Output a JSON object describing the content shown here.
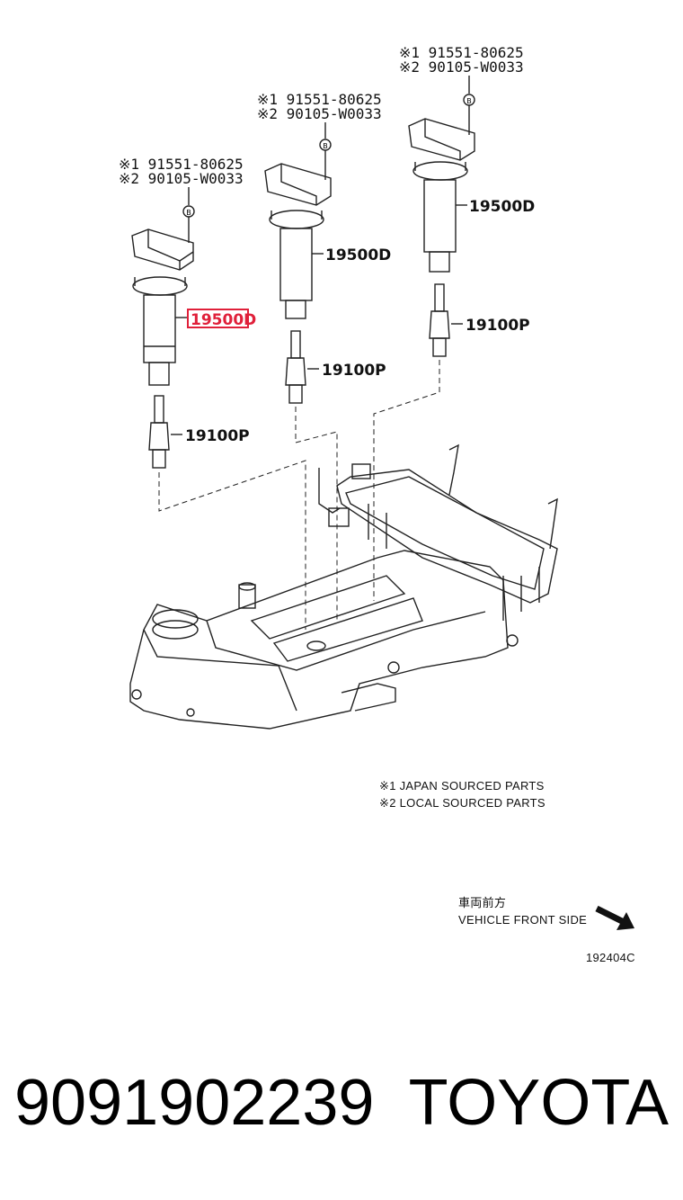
{
  "coils": [
    {
      "ref1": "※1 91551-80625",
      "ref2": "※2 90105-W0033",
      "clip": "B",
      "coil_part": "19500D",
      "plug_part": "19100P",
      "highlighted": true
    },
    {
      "ref1": "※1 91551-80625",
      "ref2": "※2 90105-W0033",
      "clip": "B",
      "coil_part": "19500D",
      "plug_part": "19100P",
      "highlighted": false
    },
    {
      "ref1": "※1 91551-80625",
      "ref2": "※2 90105-W0033",
      "clip": "B",
      "coil_part": "19500D",
      "plug_part": "19100P",
      "highlighted": false
    }
  ],
  "notes": {
    "note1": "※1 JAPAN SOURCED PARTS",
    "note2": "※2 LOCAL SOURCED PARTS"
  },
  "direction": {
    "jp": "車両前方",
    "en": "VEHICLE FRONT SIDE"
  },
  "diagram_id": "192404C",
  "footer": {
    "part_number": "9091902239",
    "brand": "TOYOTA"
  },
  "colors": {
    "highlight": "#e0203a",
    "line": "#222222"
  }
}
